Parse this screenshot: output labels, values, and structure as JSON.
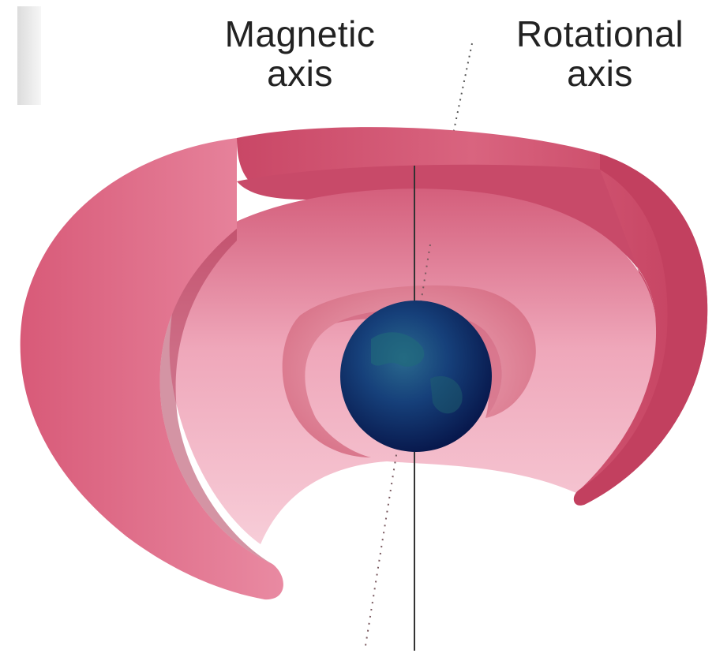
{
  "labels": {
    "magnetic": [
      "Magnetic",
      "axis"
    ],
    "rotational": [
      "Rotational",
      "axis"
    ]
  },
  "colors": {
    "outer_belt": "#cf4d6c",
    "outer_belt_dark": "#b8405d",
    "inner_surface": "#f2b8c6",
    "inner_belt": "#dc7e8e",
    "earth": "#0f2d6b",
    "axis_line": "#333333"
  }
}
